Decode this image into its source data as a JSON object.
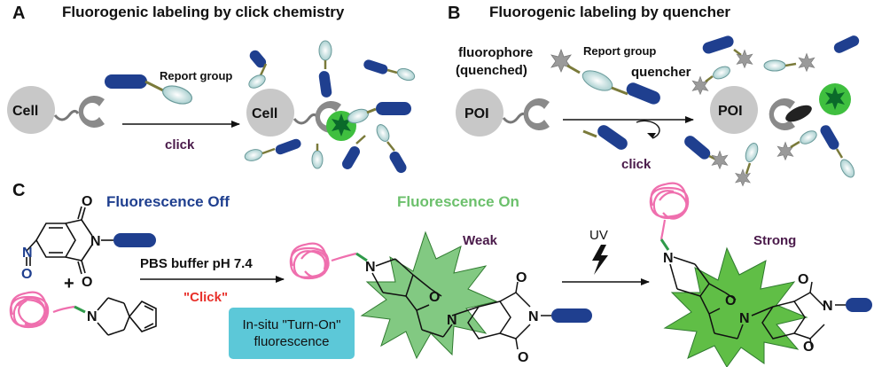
{
  "panelA": {
    "letter": "A",
    "title": "Fluorogenic labeling by click chemistry",
    "report_label": "Report group",
    "cell_label": "Cell",
    "cell_label_2": "Cell",
    "click_label": "click"
  },
  "panelB": {
    "letter": "B",
    "title": "Fluorogenic labeling by quencher",
    "fluorophore_label": "fluorophore",
    "quenched_label": "(quenched)",
    "report_label": "Report group",
    "quencher_label": "quencher",
    "poi_label": "POI",
    "poi_label_2": "POI",
    "click_label": "click"
  },
  "panelC": {
    "letter": "C",
    "fluorescence_off": "Fluorescence Off",
    "fluorescence_on": "Fluorescence On",
    "weak": "Weak",
    "strong": "Strong",
    "reagent": "PBS buffer pH 7.4",
    "click": "\"Click\"",
    "plus": "+",
    "uv": "UV",
    "callout": "In-situ \"Turn-On\" fluorescence"
  },
  "colors": {
    "navy": "#1f3f8f",
    "green": "#6cc06c",
    "pink": "#ef6fae",
    "click_purple": "#4a1a4a",
    "red": "#e8302a",
    "teal": "#5cc8d8",
    "gray": "#c8c8c8"
  }
}
